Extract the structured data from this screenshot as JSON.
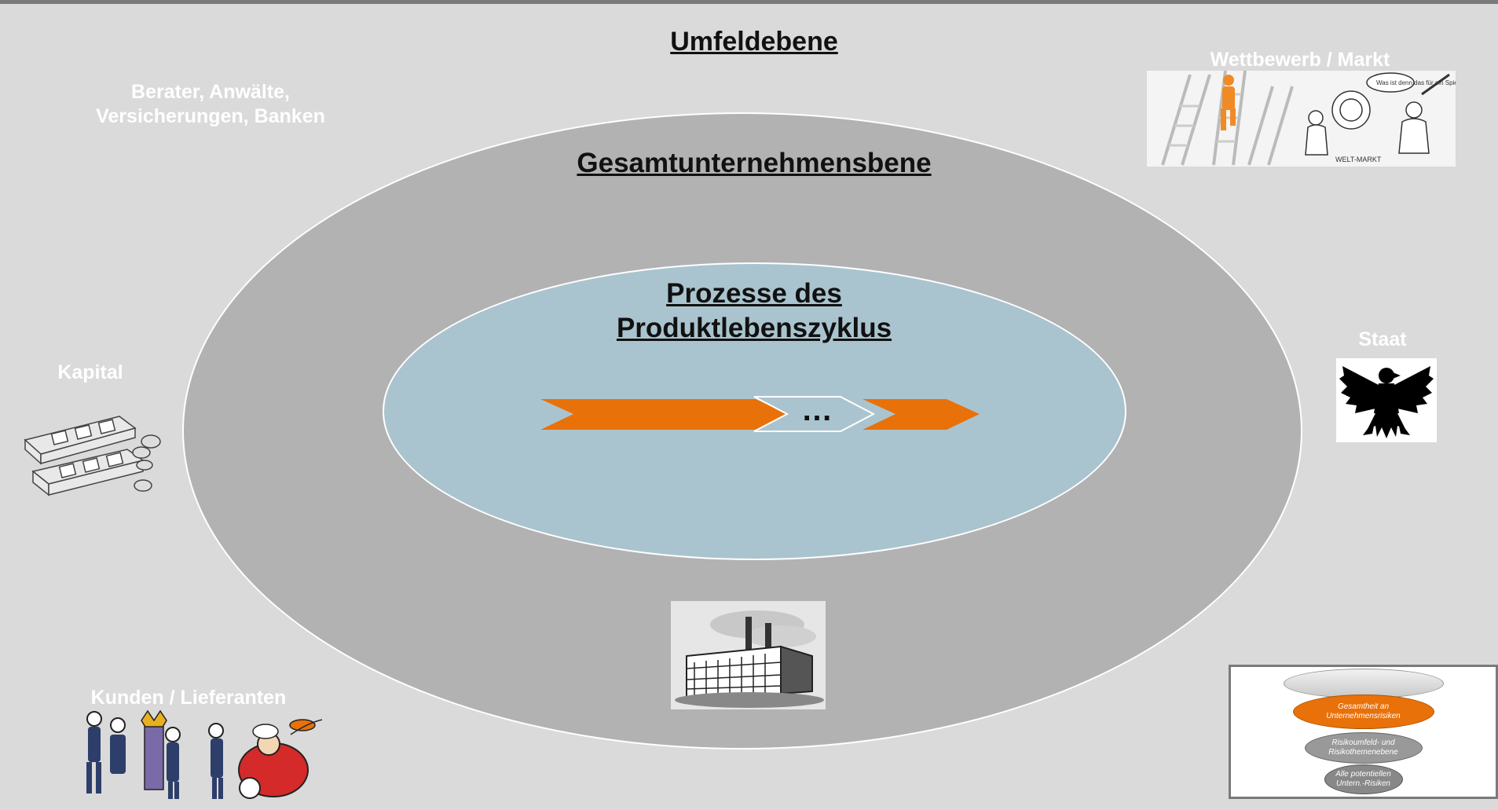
{
  "labels": {
    "umfeld": "Umfeldebene",
    "gesamt": "Gesamtunternehmensbene",
    "prozesse_line1": "Prozesse des",
    "prozesse_line2": "Produktlebenszyklus",
    "berater_line1": "Berater, Anwälte,",
    "berater_line2": "Versicherungen, Banken",
    "wettbewerb": "Wettbewerb / Markt",
    "staat": "Staat",
    "kapital": "Kapital",
    "kunden": "Kunden / Lieferanten",
    "ellipsis": "…"
  },
  "process_chevrons": [
    {
      "style": "filled"
    },
    {
      "style": "filled"
    },
    {
      "style": "outline"
    },
    {
      "style": "filled"
    }
  ],
  "pyramid": {
    "level1": "Gesamtheit an Unternehmensrisiken",
    "level2": "Risikoumfeld- und Risikothemenebene",
    "level3": "Alle potentiellen Untern.-Risiken"
  },
  "cartoon_texts": {
    "speech": "Was ist denn das für ein Spielchen?!",
    "sign": "WELT-MARKT"
  },
  "colors": {
    "background": "#dadada",
    "outer_ellipse": "#b2b2b2",
    "inner_ellipse": "#aac4cf",
    "accent_orange": "#e8710a",
    "label_white": "#ffffff"
  },
  "icons": [
    "money-stack-icon",
    "ladder-competition-icon",
    "federal-eagle-icon",
    "factory-icon",
    "customers-suppliers-icon",
    "pyramid-diagram-icon"
  ]
}
